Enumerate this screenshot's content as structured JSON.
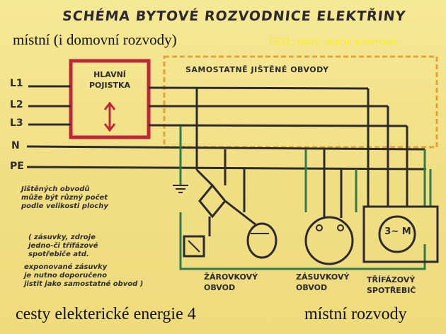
{
  "diagram": {
    "title": "SCHÉMA BYTOVÉ ROZVODNICE ELEKTŘINY",
    "caption_top_left": "místní (i domovní rozvody)",
    "caption_top_right": "FEXL místní, obecní a domovní",
    "caption_bottom_left": "cesty elekterické energie 4",
    "caption_bottom_right": "místní rozvody",
    "main_fuse_label": "HLAVNÍ POJISTKA",
    "separate_circuits_label": "SAMOSTATNĚ JIŠTĚNÉ OBVODY",
    "conductors": [
      "L1",
      "L2",
      "L3",
      "N",
      "PE"
    ],
    "note_fuse_type": "Jištěných obvodů\nmůže být různý počet\npodle velikosti plochy",
    "note_phases": "( zásuvky, zdroje\njedno-či třífázové\nspotřebiče atd.",
    "note_heavy": "exponované zásuvky\nje nutno doporučeno\njistit jako samostatné obvod )",
    "circuit_lights": "ŽÁROVKOVÝ OBVOD",
    "circuit_sockets": "ZÁSUVKOVÝ OBVOD",
    "circuit_threephase": "TŘÍFÁZOVÝ SPOTŘEBIČ",
    "motor_symbol": "3~ M"
  },
  "colors": {
    "background": "#f3e58e",
    "wire": "#2c2a2e",
    "wire_green": "#2f7a4f",
    "fuse_box": "#c0263a",
    "dashed_box": "#e0a53a",
    "caption_yellow": "#f8ee22"
  }
}
